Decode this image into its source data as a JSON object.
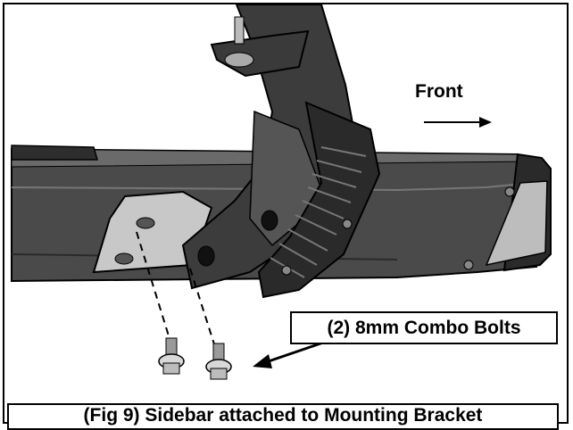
{
  "labels": {
    "front": "Front",
    "bolts_callout": "(2) 8mm Combo Bolts",
    "caption": "(Fig 9) Sidebar attached to Mounting Bracket"
  },
  "colors": {
    "part_dark": "#3c3c3c",
    "part_mid": "#5a5a5a",
    "part_light": "#bdbdbd",
    "outline": "#000000"
  }
}
